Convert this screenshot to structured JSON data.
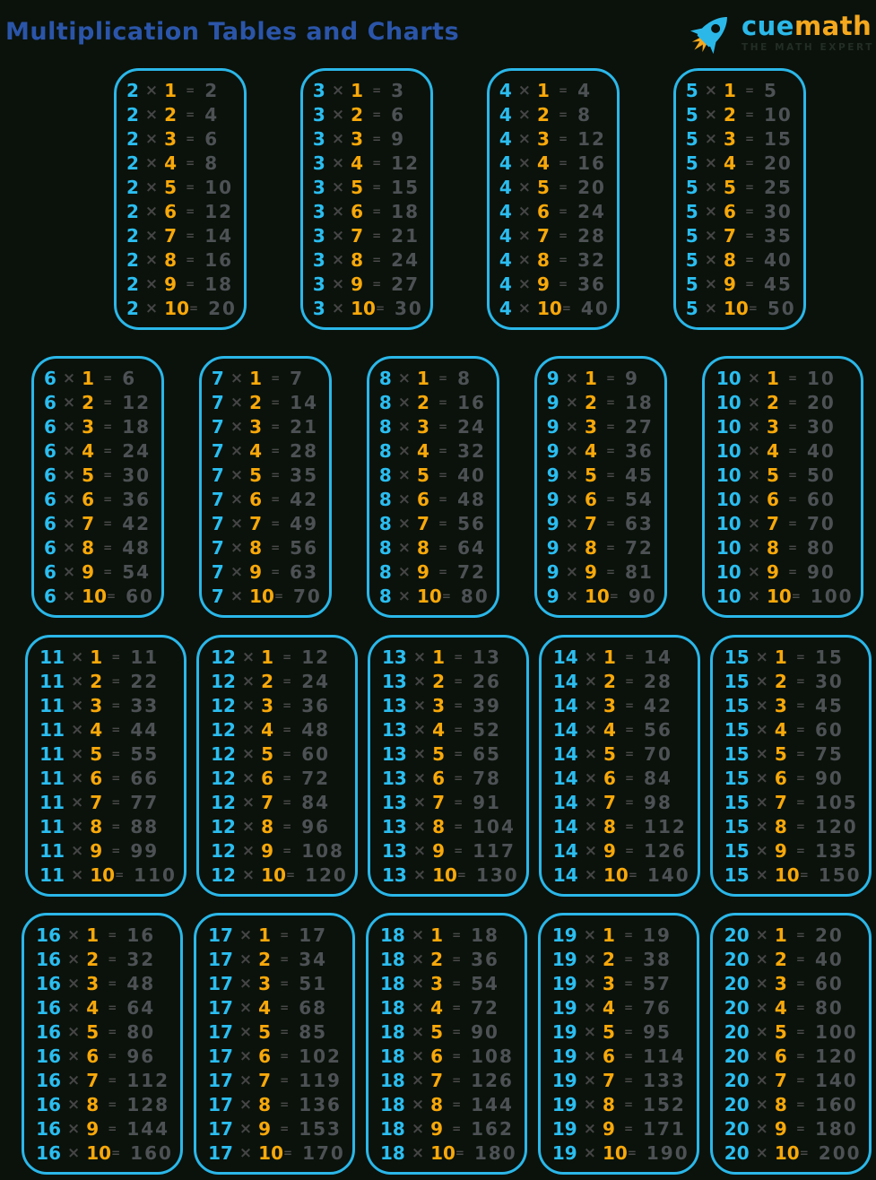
{
  "page": {
    "title": "Multiplication Tables and Charts",
    "background": "#0a120b"
  },
  "logo": {
    "cue": "cue",
    "math": "math",
    "tagline": "THE MATH EXPERT",
    "rocket_icon": "rocket-icon"
  },
  "colors": {
    "bg": "#0a120b",
    "card_border": "#2bb7e9",
    "factor_left": "#2bbdf0",
    "factor_right": "#f8a80a",
    "times": "#454545",
    "equals": "#4a4a4a",
    "product": "#4d5154",
    "title": "#2b55a9",
    "logo_cue": "#2bb8e9",
    "logo_math": "#f5a81e",
    "tagline": "#232d25"
  },
  "symbols": {
    "times": "×",
    "equals": "="
  },
  "multipliers": [
    "1",
    "2",
    "3",
    "4",
    "5",
    "6",
    "7",
    "8",
    "9",
    "10"
  ],
  "table_rows": [
    {
      "tables": [
        {
          "n": "2",
          "products": [
            "2",
            "4",
            "6",
            "8",
            "10",
            "12",
            "14",
            "16",
            "18",
            "20"
          ]
        },
        {
          "n": "3",
          "products": [
            "3",
            "6",
            "9",
            "12",
            "15",
            "18",
            "21",
            "24",
            "27",
            "30"
          ]
        },
        {
          "n": "4",
          "products": [
            "4",
            "8",
            "12",
            "16",
            "20",
            "24",
            "28",
            "32",
            "36",
            "40"
          ]
        },
        {
          "n": "5",
          "products": [
            "5",
            "10",
            "15",
            "20",
            "25",
            "30",
            "35",
            "40",
            "45",
            "50"
          ]
        }
      ]
    },
    {
      "tables": [
        {
          "n": "6",
          "products": [
            "6",
            "12",
            "18",
            "24",
            "30",
            "36",
            "42",
            "48",
            "54",
            "60"
          ]
        },
        {
          "n": "7",
          "products": [
            "7",
            "14",
            "21",
            "28",
            "35",
            "42",
            "49",
            "56",
            "63",
            "70"
          ]
        },
        {
          "n": "8",
          "products": [
            "8",
            "16",
            "24",
            "32",
            "40",
            "48",
            "56",
            "64",
            "72",
            "80"
          ]
        },
        {
          "n": "9",
          "products": [
            "9",
            "18",
            "27",
            "36",
            "45",
            "54",
            "63",
            "72",
            "81",
            "90"
          ]
        },
        {
          "n": "10",
          "products": [
            "10",
            "20",
            "30",
            "40",
            "50",
            "60",
            "70",
            "80",
            "90",
            "100"
          ]
        }
      ]
    },
    {
      "tables": [
        {
          "n": "11",
          "products": [
            "11",
            "22",
            "33",
            "44",
            "55",
            "66",
            "77",
            "88",
            "99",
            "110"
          ]
        },
        {
          "n": "12",
          "products": [
            "12",
            "24",
            "36",
            "48",
            "60",
            "72",
            "84",
            "96",
            "108",
            "120"
          ]
        },
        {
          "n": "13",
          "products": [
            "13",
            "26",
            "39",
            "52",
            "65",
            "78",
            "91",
            "104",
            "117",
            "130"
          ]
        },
        {
          "n": "14",
          "products": [
            "14",
            "28",
            "42",
            "56",
            "70",
            "84",
            "98",
            "112",
            "126",
            "140"
          ]
        },
        {
          "n": "15",
          "products": [
            "15",
            "30",
            "45",
            "60",
            "75",
            "90",
            "105",
            "120",
            "135",
            "150"
          ]
        }
      ]
    },
    {
      "tables": [
        {
          "n": "16",
          "products": [
            "16",
            "32",
            "48",
            "64",
            "80",
            "96",
            "112",
            "128",
            "144",
            "160"
          ]
        },
        {
          "n": "17",
          "products": [
            "17",
            "34",
            "51",
            "68",
            "85",
            "102",
            "119",
            "136",
            "153",
            "170"
          ]
        },
        {
          "n": "18",
          "products": [
            "18",
            "36",
            "54",
            "72",
            "90",
            "108",
            "126",
            "144",
            "162",
            "180"
          ]
        },
        {
          "n": "19",
          "products": [
            "19",
            "38",
            "57",
            "76",
            "95",
            "114",
            "133",
            "152",
            "171",
            "190"
          ]
        },
        {
          "n": "20",
          "products": [
            "20",
            "40",
            "60",
            "80",
            "100",
            "120",
            "140",
            "160",
            "180",
            "200"
          ]
        }
      ]
    }
  ]
}
